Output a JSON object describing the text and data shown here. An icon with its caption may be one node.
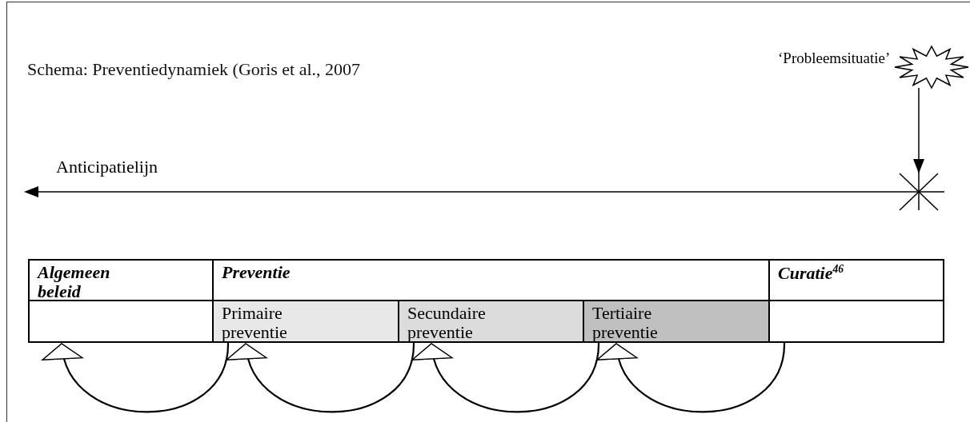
{
  "diagram": {
    "title": "Schema: Preventiedynamiek (Goris et al., 2007",
    "nodes": [
      {
        "text": [],
        "shape": "starburst",
        "beside": [
          "‘Probleemsituatie’"
        ]
      },
      {
        "text": [],
        "shape": "cross"
      },
      {
        "text": [
          "Algemeen beleid"
        ]
      },
      {
        "text": [
          "Preventie"
        ]
      },
      {
        "text": [
          "Curatie$^{46}$"
        ]
      },
      {
        "text": [],
        "shape": "box"
      },
      {
        "text": [
          "Primaire preventie"
        ]
      },
      {
        "text": [
          "Secundaire preventie"
        ]
      },
      {
        "text": [
          "Tertiaire preventie"
        ]
      },
      {
        "text": [],
        "shape": "box"
      }
    ],
    "edges": [
      {
        "from": 0,
        "to": 1,
        "arrow": "to"
      },
      {
        "from": 6,
        "to": 5,
        "arrow": "to"
      },
      {
        "from": 7,
        "to": 6,
        "arrow": "to"
      },
      {
        "from": 8,
        "to": 7,
        "arrow": "to"
      },
      {
        "from": 9,
        "to": 8,
        "arrow": "to"
      }
    ],
    "labels": [
      "Anticipatielijn"
    ]
  }
}
